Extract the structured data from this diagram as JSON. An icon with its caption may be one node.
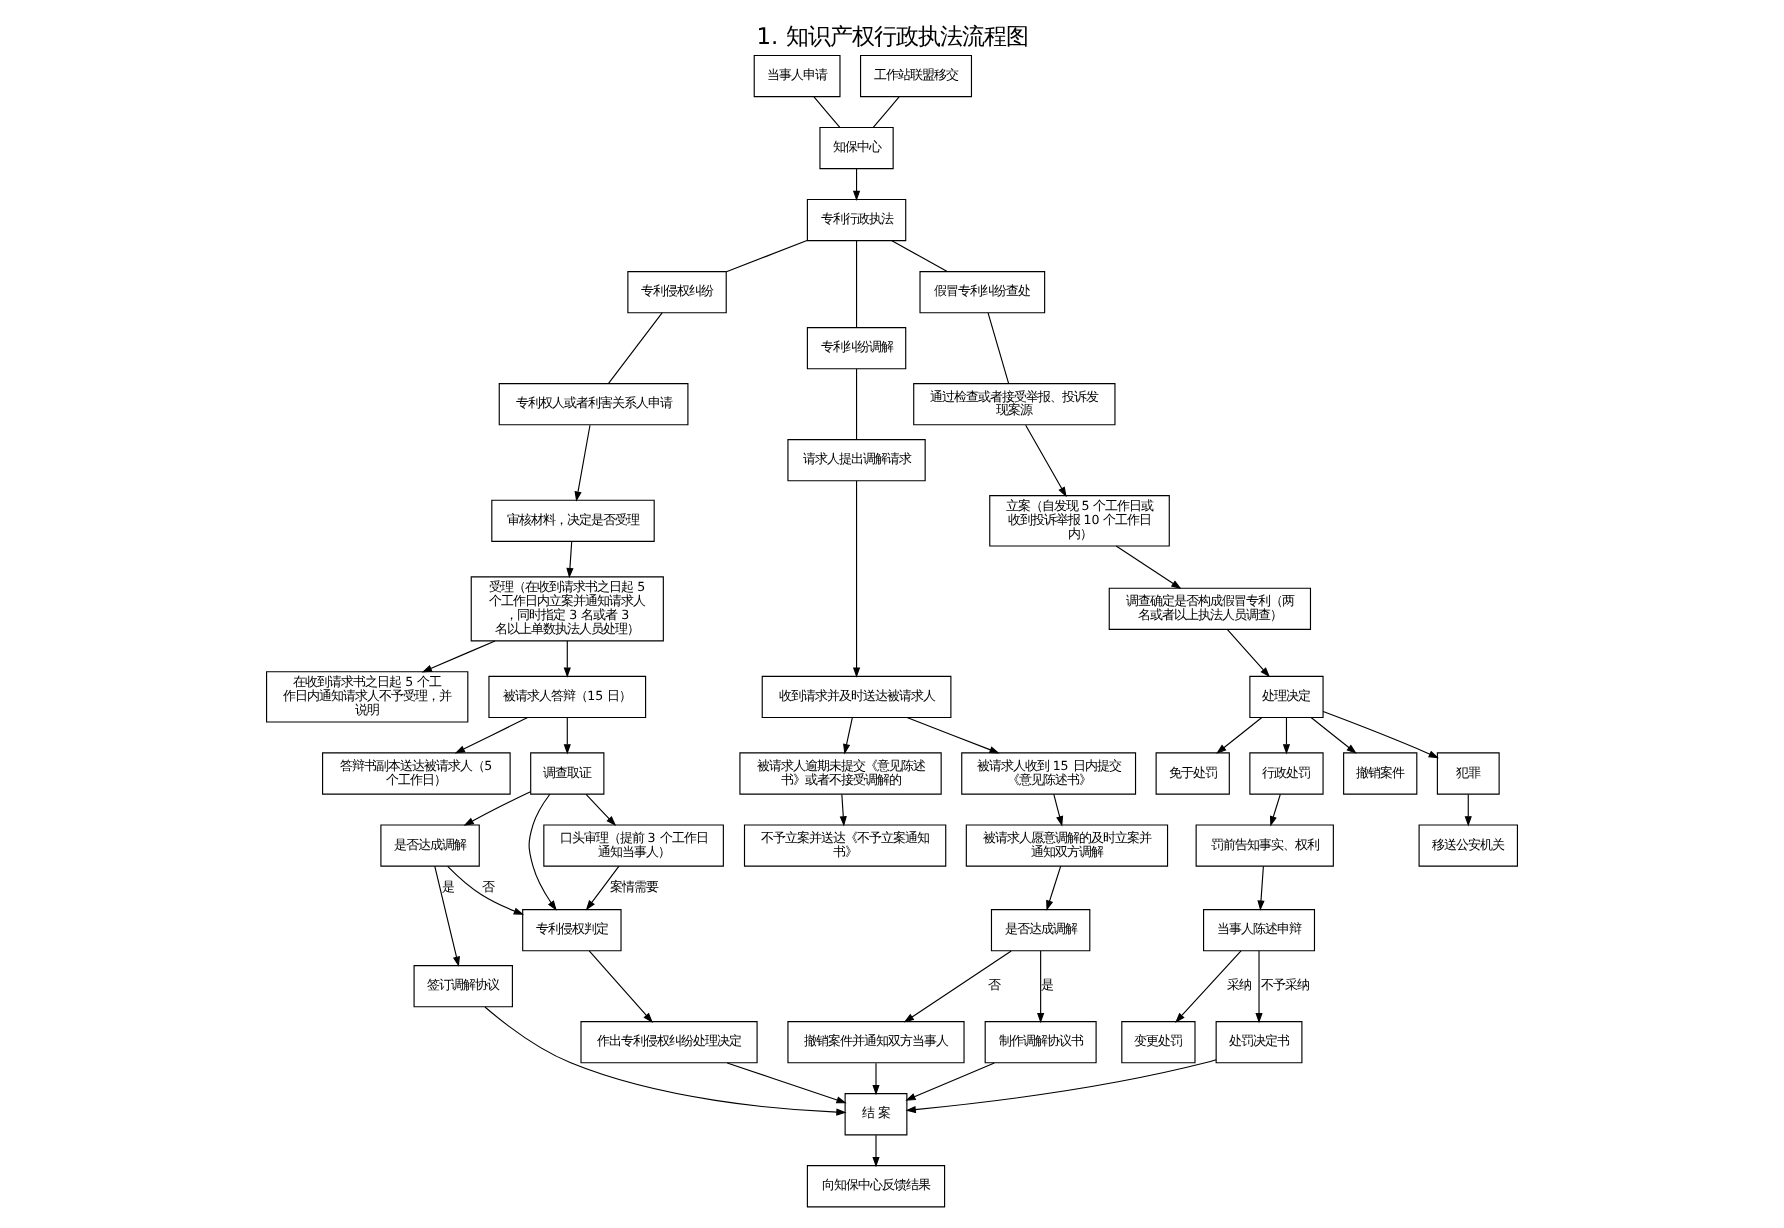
{
  "diagram": {
    "title": "1. 知识产权行政执法流程图",
    "nodes": [
      {
        "text": [
          "当事人申请"
        ]
      },
      {
        "text": [
          "工作站联盟移交"
        ]
      },
      {
        "text": [
          "知保中心"
        ]
      },
      {
        "text": [
          "专利行政执法"
        ]
      },
      {
        "text": [
          "专利侵权纠纷"
        ]
      },
      {
        "text": [
          "专利纠纷调解"
        ]
      },
      {
        "text": [
          "假冒专利纠纷查处"
        ]
      },
      {
        "text": [
          "专利权人或者利害关系人申请"
        ]
      },
      {
        "text": [
          "审核材料，决定是否受理"
        ]
      },
      {
        "text": [
          "在收到请求书之日起 5 个工作日内通知请求人不予受理，并说明"
        ]
      },
      {
        "text": [
          "受理（在收到请求书之日起 5 个工作日内立案并通知请求人，同时指定 3 名或者 3 名以上单数执法人员处理）"
        ]
      },
      {
        "text": [
          "答辩书副本送达被请求人（5 个工作日）"
        ]
      },
      {
        "text": [
          "被请求人答辩（15 日）"
        ]
      },
      {
        "text": [
          "调查取证"
        ]
      },
      {
        "text": [
          "口头审理（提前 3 个工作日通知当事人）"
        ]
      },
      {
        "text": [
          "是否达成调解"
        ]
      },
      {
        "text": [
          "专利侵权判定"
        ]
      },
      {
        "text": [
          "签订调解协议"
        ]
      },
      {
        "text": [
          "作出专利侵权纠纷处理决定"
        ]
      },
      {
        "text": [
          "请求人提出调解请求"
        ]
      },
      {
        "text": [
          "收到请求并及时送达被请求人"
        ]
      },
      {
        "text": [
          "被请求人逾期未提交《意见陈述书》或者不接受调解的"
        ]
      },
      {
        "text": [
          "不予立案并送达《不予立案通知书》"
        ]
      },
      {
        "text": [
          "被请求人收到 15 日内提交《意见陈述书》"
        ]
      },
      {
        "text": [
          "被请求人愿意调解的及时立案并通知双方调解"
        ]
      },
      {
        "text": [
          "是否达成调解"
        ]
      },
      {
        "text": [
          "撤销案件并通知双方当事人"
        ]
      },
      {
        "text": [
          "制作调解协议书"
        ]
      },
      {
        "text": [
          "结 案"
        ]
      },
      {
        "text": [
          "向知保中心反馈结果"
        ]
      },
      {
        "text": [
          "通过检查或者接受举报、投诉发现案源"
        ]
      },
      {
        "text": [
          "立案（自发现 5 个工作日或收到投诉举报 10 个工作日内）"
        ]
      },
      {
        "text": [
          "调查确定是否构成假冒专利（两名或者以上执法人员调查）"
        ]
      },
      {
        "text": [
          "处理决定"
        ]
      },
      {
        "text": [
          "免于处罚"
        ]
      },
      {
        "text": [
          "行政处罚"
        ]
      },
      {
        "text": [
          "撤销案件"
        ]
      },
      {
        "text": [
          "犯罪"
        ]
      },
      {
        "text": [
          "罚前告知事实、权利"
        ]
      },
      {
        "text": [
          "移送公安机关"
        ]
      },
      {
        "text": [
          "当事人陈述申辩"
        ]
      },
      {
        "text": [
          "变更处罚"
        ]
      },
      {
        "text": [
          "处罚决定书"
        ]
      }
    ],
    "edges": [
      {
        "from": 0,
        "to": 2,
        "arrow": "none"
      },
      {
        "from": 1,
        "to": 2,
        "arrow": "none"
      },
      {
        "from": 2,
        "to": 3,
        "arrow": "to"
      },
      {
        "from": 3,
        "to": 4,
        "arrow": "none"
      },
      {
        "from": 3,
        "to": 5,
        "arrow": "none"
      },
      {
        "from": 3,
        "to": 6,
        "arrow": "none"
      },
      {
        "from": 4,
        "to": 7,
        "arrow": "none"
      },
      {
        "from": 7,
        "to": 8,
        "arrow": "to"
      },
      {
        "from": 8,
        "to": 10,
        "arrow": "to"
      },
      {
        "from": 10,
        "to": 9,
        "arrow": "to"
      },
      {
        "from": 10,
        "to": 12,
        "arrow": "to"
      },
      {
        "from": 12,
        "to": 11,
        "arrow": "to"
      },
      {
        "from": 12,
        "to": 13,
        "arrow": "to"
      },
      {
        "from": 13,
        "to": 16,
        "arrow": "to"
      },
      {
        "from": 13,
        "to": 15,
        "arrow": "to"
      },
      {
        "from": 15,
        "to": 16,
        "label": "否",
        "arrow": "to"
      },
      {
        "from": 13,
        "to": 14,
        "arrow": "to"
      },
      {
        "from": 14,
        "to": 16,
        "label": "案情需要",
        "arrow": "to"
      },
      {
        "from": 15,
        "to": 17,
        "label": "是",
        "arrow": "to"
      },
      {
        "from": 16,
        "to": 18,
        "arrow": "to"
      },
      {
        "from": 18,
        "to": 28,
        "arrow": "to"
      },
      {
        "from": 17,
        "to": 28,
        "arrow": "to"
      },
      {
        "from": 5,
        "to": 19,
        "arrow": "none"
      },
      {
        "from": 19,
        "to": 20,
        "arrow": "to"
      },
      {
        "from": 20,
        "to": 21,
        "arrow": "to"
      },
      {
        "from": 20,
        "to": 23,
        "arrow": "to"
      },
      {
        "from": 21,
        "to": 22,
        "arrow": "to"
      },
      {
        "from": 23,
        "to": 24,
        "arrow": "to"
      },
      {
        "from": 24,
        "to": 25,
        "arrow": "to"
      },
      {
        "from": 25,
        "to": 26,
        "label": "否",
        "arrow": "to"
      },
      {
        "from": 25,
        "to": 27,
        "label": "是",
        "arrow": "to"
      },
      {
        "from": 26,
        "to": 28,
        "arrow": "to"
      },
      {
        "from": 27,
        "to": 28,
        "arrow": "to"
      },
      {
        "from": 28,
        "to": 29,
        "arrow": "to"
      },
      {
        "from": 6,
        "to": 30,
        "arrow": "none"
      },
      {
        "from": 30,
        "to": 31,
        "arrow": "to"
      },
      {
        "from": 31,
        "to": 32,
        "arrow": "to"
      },
      {
        "from": 32,
        "to": 33,
        "arrow": "to"
      },
      {
        "from": 33,
        "to": 34,
        "arrow": "to"
      },
      {
        "from": 33,
        "to": 35,
        "arrow": "to"
      },
      {
        "from": 33,
        "to": 36,
        "arrow": "to"
      },
      {
        "from": 33,
        "to": 37,
        "arrow": "to"
      },
      {
        "from": 35,
        "to": 38,
        "arrow": "to"
      },
      {
        "from": 37,
        "to": 39,
        "arrow": "to"
      },
      {
        "from": 38,
        "to": 40,
        "arrow": "to"
      },
      {
        "from": 40,
        "to": 41,
        "label": "采纳",
        "arrow": "to"
      },
      {
        "from": 40,
        "to": 42,
        "label": "不予采纳",
        "arrow": "to"
      },
      {
        "from": 42,
        "to": 28,
        "arrow": "to"
      }
    ]
  }
}
